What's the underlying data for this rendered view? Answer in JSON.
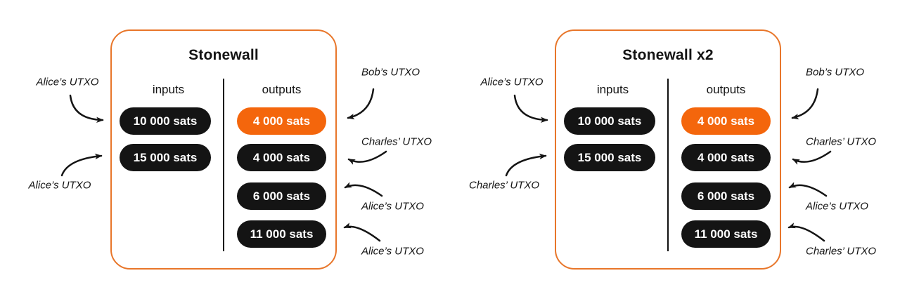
{
  "colors": {
    "accent_orange": "#F4660C",
    "box_border_orange": "#E8762A",
    "pill_black": "#141414",
    "ink": "#141414",
    "background": "#FFFFFF"
  },
  "diagrams": [
    {
      "title": "Stonewall",
      "columns": {
        "inputs": "inputs",
        "outputs": "outputs"
      },
      "inputs": [
        {
          "amount": "10 000 sats",
          "source_label": "Alice’s UTXO",
          "highlight": false
        },
        {
          "amount": "15 000 sats",
          "source_label": "Alice’s UTXO",
          "highlight": false
        }
      ],
      "outputs": [
        {
          "amount": "4 000 sats",
          "recipient_label": "Bob’s UTXO",
          "highlight": true
        },
        {
          "amount": "4 000 sats",
          "recipient_label": "Charles’ UTXO",
          "highlight": false
        },
        {
          "amount": "6 000 sats",
          "recipient_label": "Alice’s UTXO",
          "highlight": false
        },
        {
          "amount": "11 000 sats",
          "recipient_label": "Alice’s UTXO",
          "highlight": false
        }
      ]
    },
    {
      "title": "Stonewall x2",
      "columns": {
        "inputs": "inputs",
        "outputs": "outputs"
      },
      "inputs": [
        {
          "amount": "10 000 sats",
          "source_label": "Alice’s UTXO",
          "highlight": false
        },
        {
          "amount": "15 000 sats",
          "source_label": "Charles’ UTXO",
          "highlight": false
        }
      ],
      "outputs": [
        {
          "amount": "4 000 sats",
          "recipient_label": "Bob’s UTXO",
          "highlight": true
        },
        {
          "amount": "4 000 sats",
          "recipient_label": "Charles’ UTXO",
          "highlight": false
        },
        {
          "amount": "6 000 sats",
          "recipient_label": "Alice’s UTXO",
          "highlight": false
        },
        {
          "amount": "11 000 sats",
          "recipient_label": "Charles’ UTXO",
          "highlight": false
        }
      ]
    }
  ]
}
